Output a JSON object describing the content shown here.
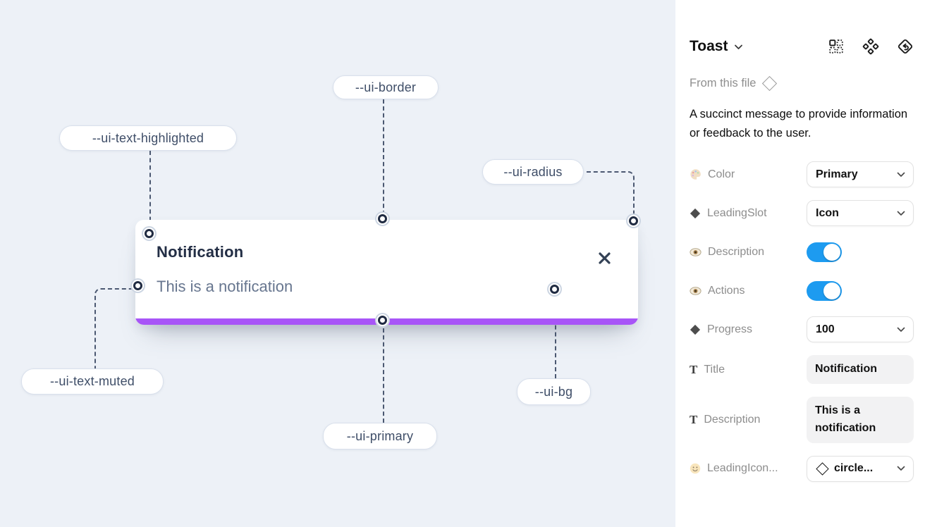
{
  "canvas": {
    "toast": {
      "title": "Notification",
      "description": "This is a notification"
    },
    "tokens": [
      {
        "label": "--ui-border"
      },
      {
        "label": "--ui-text-highlighted"
      },
      {
        "label": "--ui-radius"
      },
      {
        "label": "--ui-text-muted"
      },
      {
        "label": "--ui-primary"
      },
      {
        "label": "--ui-bg"
      }
    ]
  },
  "panel": {
    "title": "Toast",
    "source": "From this file",
    "description": "A succinct message to provide information or feedback to the user.",
    "properties": [
      {
        "label": "Color",
        "value": "Primary"
      },
      {
        "label": "LeadingSlot",
        "value": "Icon"
      },
      {
        "label": "Description",
        "value": "on"
      },
      {
        "label": "Actions",
        "value": "on"
      },
      {
        "label": "Progress",
        "value": "100"
      },
      {
        "label": "Title",
        "value": "Notification"
      },
      {
        "label": "Description",
        "value": "This is a notification"
      },
      {
        "label": "LeadingIcon...",
        "value": "circle..."
      }
    ]
  },
  "colors": {
    "accent_primary": "#a855f7",
    "toggle_on": "#1d9bf0",
    "canvas_bg": "#edf1f7",
    "title_text": "#232e45",
    "muted_text": "#67768f"
  }
}
